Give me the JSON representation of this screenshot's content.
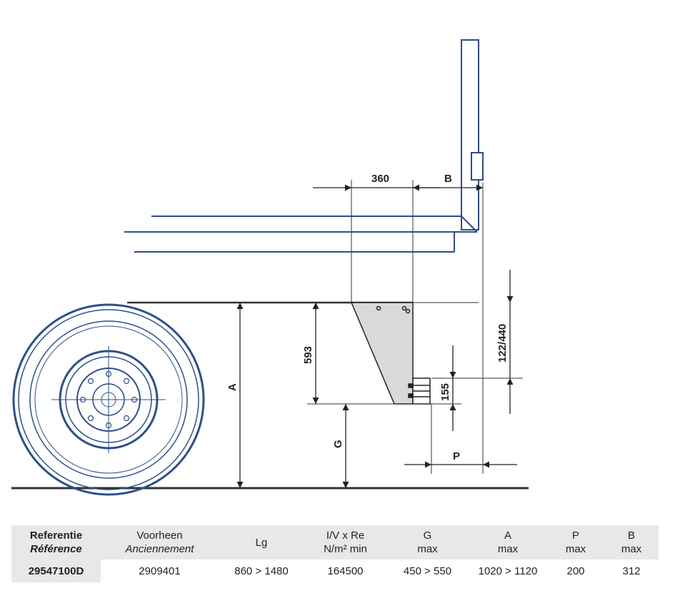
{
  "dimensions": {
    "d360": "360",
    "B": "B",
    "d593": "593",
    "A": "A",
    "G": "G",
    "d155": "155",
    "d122_440": "122/440",
    "P": "P"
  },
  "colors": {
    "outline": "#2c4f8c",
    "dim_line": "#222222",
    "bracket_fill": "#d9d9d9",
    "ground": "#333333",
    "header_bg": "#e8e8e8"
  },
  "table": {
    "headers": [
      {
        "line1": "Referentie",
        "line2": "Référence"
      },
      {
        "line1": "Voorheen",
        "line2": "Anciennement"
      },
      {
        "line1": "Lg",
        "line2": ""
      },
      {
        "line1": "I/V x Re",
        "line2": "N/m² min"
      },
      {
        "line1": "G",
        "line2": "max"
      },
      {
        "line1": "A",
        "line2": "max"
      },
      {
        "line1": "P",
        "line2": "max"
      },
      {
        "line1": "B",
        "line2": "max"
      }
    ],
    "row": [
      "29547100D",
      "2909401",
      "860 > 1480",
      "164500",
      "450 > 550",
      "1020 > 1120",
      "200",
      "312"
    ]
  }
}
